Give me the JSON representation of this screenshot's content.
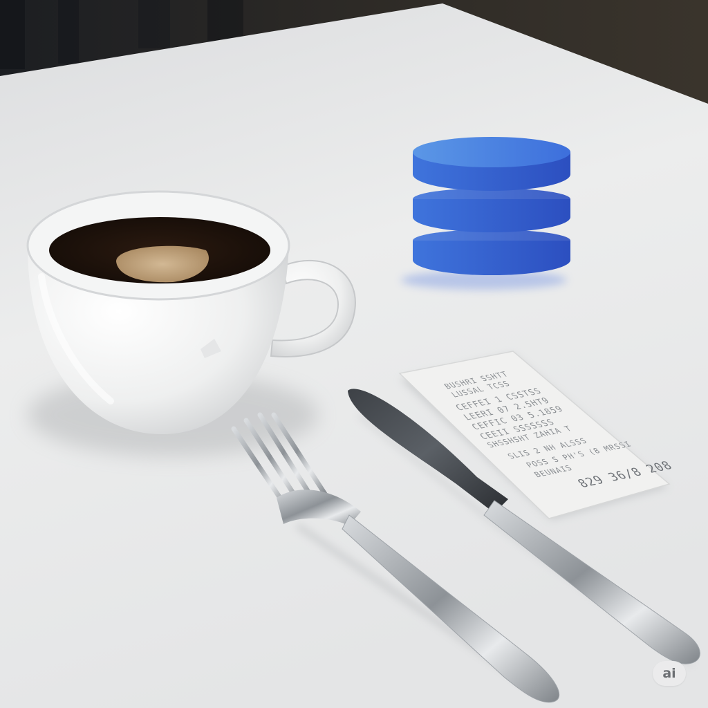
{
  "scene": {
    "colors": {
      "table_top": "#e9eaeb",
      "background_dark": "#2a2622",
      "coffee": "#2a1a10",
      "cup": "#f2f3f3",
      "database_icon_blue": "#3a66d6",
      "cutlery_steel": "#b9bdc1"
    }
  },
  "database_icon": {
    "icon": "database-icon",
    "color": "#3a66d6"
  },
  "receipt": {
    "lines": [
      "BUSHRI SSHTT",
      "LUSSAL TCSS",
      "CEFFEI  1  CSSTSS",
      "LEERI  07  2.5HT9",
      "CEFFIC  03  5.1859",
      "CEEII  SSSSSSS",
      "SHSSHSHT ZAHIA T",
      "SLIS 2 NH ALSSS",
      "POSS S PH'S (8 MRSSI",
      "BEUNAIS"
    ],
    "total": "829 36/8 208"
  },
  "badge": {
    "label": "ai"
  }
}
